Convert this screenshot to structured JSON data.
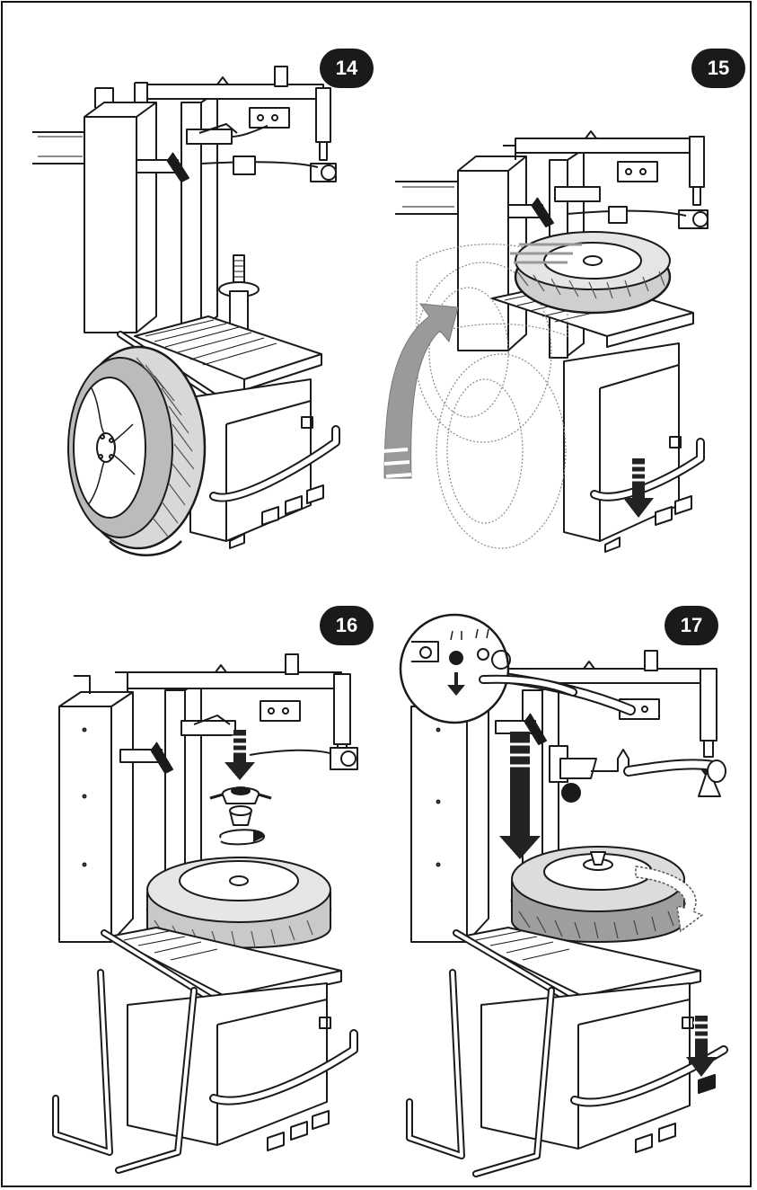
{
  "steps": [
    {
      "number": "14"
    },
    {
      "number": "15"
    },
    {
      "number": "16"
    },
    {
      "number": "17"
    }
  ],
  "colors": {
    "line": "#1a1a1a",
    "arrow": "#222222",
    "ghost_arrow": "#9a9a9a",
    "badge": "#1a1a1a"
  }
}
